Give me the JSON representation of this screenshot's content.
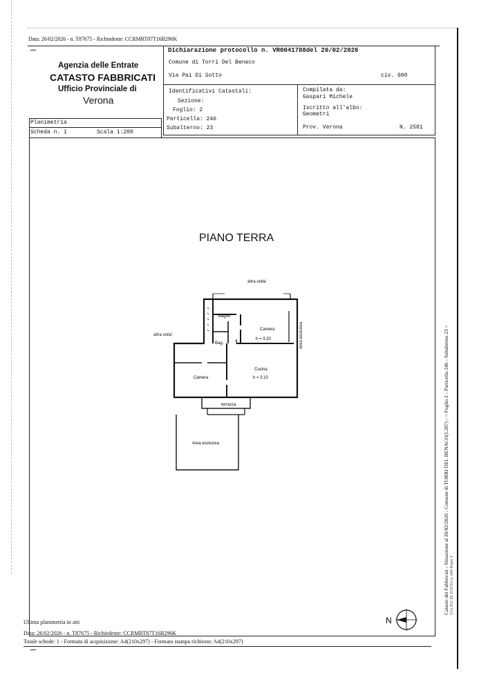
{
  "top_line": "Data: 26/02/2026 - n. T87675 - Richiedente: CCRMRT87T16B296K",
  "office": {
    "agency": "Agenzia delle Entrate",
    "catasto": "CATASTO FABBRICATI",
    "ufficio": "Ufficio Provinciale di",
    "city": "Verona"
  },
  "protocol": {
    "dichiarazione": "Dichiarazione protocollo n. VR0041788del 20/02/2026",
    "comune": "Comune di Torri Del Benaco",
    "via": "Via Pai Di Sotto",
    "civ": "civ. 600"
  },
  "identificativi": {
    "heading": "Identificativi Catastali:",
    "sezione": "Sezione:",
    "foglio": "Foglio: 2",
    "particella": "Particella: 246",
    "subalterno": "Subalterno: 23"
  },
  "compilata": {
    "heading": "Compilata da:",
    "name": "Gaspari Michele",
    "iscritto": "Iscritto all'albo:",
    "albo": "Geometri",
    "prov": "Prov. Verona",
    "numero": "N. 2581"
  },
  "scheda": {
    "planimetria": "Planimetria",
    "scheda": "Scheda n. 1",
    "scala": "Scala 1:200"
  },
  "plan": {
    "title": "PIANO TERRA",
    "altra_unita_top": "altra unita'",
    "altra_unita_left": "altra unita'",
    "bagno": "Bagno",
    "camera_1": "Camera",
    "h_320": "h = 3.20",
    "bag": "Bag.",
    "area_esclusiva_right": "Area esclusiva",
    "camera_2": "Camera",
    "cucina": "Cucina",
    "h_310": "h = 3.10",
    "terrazza": "terrazza",
    "area_esclusiva_bottom": "Area esclusiva",
    "north": "N"
  },
  "side_text": {
    "line1": "Catasto dei Fabbricati - Situazione al 26/02/2026 - Comune di TORRI DEL BENACO(L287) - < Foglio 2 - Particella 246 - Subalterno 23 >",
    "line2": "VIA PAI DI SOTTO n. 600 Piano T"
  },
  "footer": {
    "ultima": "Ultima planimetria in atti",
    "data": "Data: 26/02/2026 - n. T87675 - Richiedente: CCRMRT87T16B296K",
    "totale": "Totale schede: 1 - Formato di acquisizione: A4(210x297) - Formato stampa richiesto: A4(210x297)"
  }
}
